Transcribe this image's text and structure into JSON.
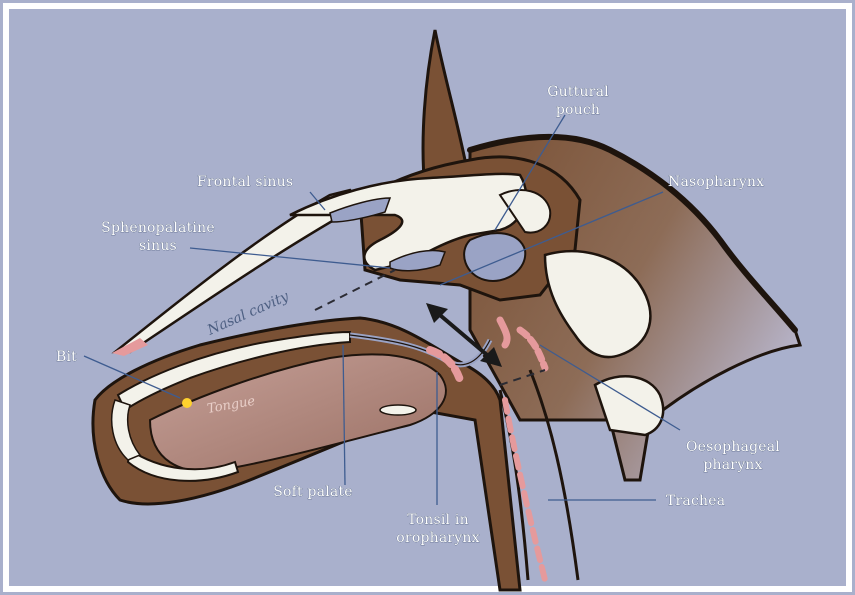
{
  "labels": {
    "guttural_pouch_line1": "Guttural",
    "guttural_pouch_line2": "pouch",
    "frontal_sinus": "Frontal sinus",
    "nasopharynx": "Nasopharynx",
    "sphenopalatine_line1": "Sphenopalatine",
    "sphenopalatine_line2": "sinus",
    "nasal_cavity": "Nasal cavity",
    "bit": "Bit",
    "tongue": "Tongue",
    "oesophageal_line1": "Oesophageal",
    "oesophageal_line2": "pharynx",
    "soft_palate": "Soft palate",
    "tonsil_line1": "Tonsil in",
    "tonsil_line2": "oropharynx",
    "trachea": "Trachea"
  },
  "colors": {
    "background": "#a9b0cc",
    "tissue": "#7a5135",
    "tissue_light": "#8c6a4f",
    "bone": "#f3f2ea",
    "airway": "#9aa3c5",
    "lymphoid": "#e59a9c",
    "tongue": "#b08478",
    "outline": "#1e140d",
    "leader": "#3e5c90",
    "bit": "#ffd22e"
  }
}
